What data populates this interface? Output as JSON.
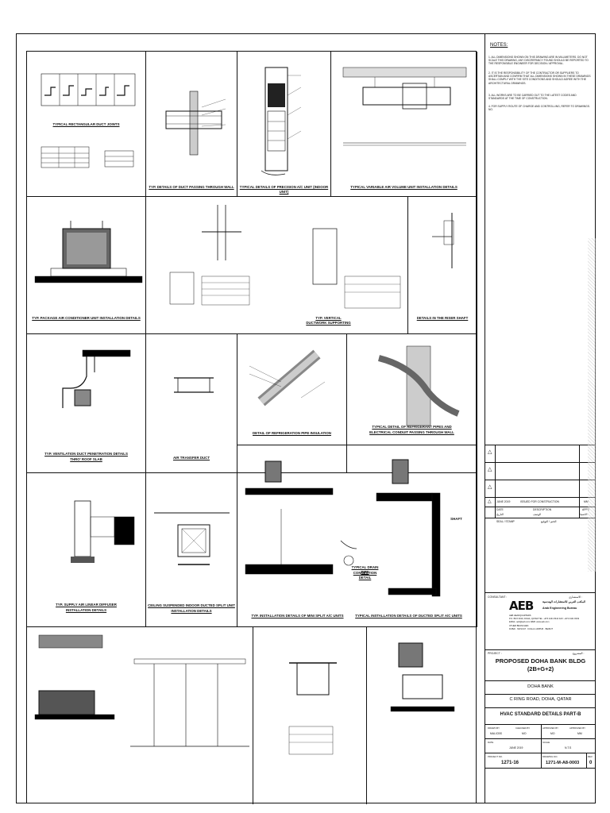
{
  "details": [
    {
      "id": "d1",
      "title": "TYPICAL RECTANGULAR DUCT JOINTS"
    },
    {
      "id": "d2",
      "title": "TYP. DETAILS OF DUCT PASSING THROUGH WALL"
    },
    {
      "id": "d3",
      "title": "TYPICAL DETAILS OF PRECISION A/C UNIT (INDOOR UNIT)"
    },
    {
      "id": "d4",
      "title": "TYPICAL VARIABLE AIR VOLUME UNIT INSTALLATION DETAILS"
    },
    {
      "id": "d5",
      "title": "TYP. PACKAGE AIR CONDITIONER UNIT INSTALLATION DETAILS"
    },
    {
      "id": "d6",
      "title": "TYP. VERTICAL DUCTWORK SUPPORTING"
    },
    {
      "id": "d7",
      "title": "DETAILS IN THE RISER SHAFT"
    },
    {
      "id": "d8a",
      "title": "TYP. VENTILATION DUCT PENETRATION DETAILS"
    },
    {
      "id": "d8b",
      "title": "THRO' ROOF SLAB"
    },
    {
      "id": "d9",
      "title": "AIR TRANSFER DUCT"
    },
    {
      "id": "d10",
      "title": "DETAIL OF REFRIGERATION PIPE INSULATION"
    },
    {
      "id": "d11a",
      "title": "TYPICAL DETAIL OF REFRIGERANT PIPES AND"
    },
    {
      "id": "d11b",
      "title": "ELECTRICAL CONDUIT PASSING THROUGH WALL"
    },
    {
      "id": "d12a",
      "title": "TYP. SUPPLY AIR LINEAR DIFFUSER"
    },
    {
      "id": "d12b",
      "title": "INSTALLATION DETAILS"
    },
    {
      "id": "d13a",
      "title": "CEILING SUSPENDED INDOOR DUCTED SPLIT UNIT"
    },
    {
      "id": "d13b",
      "title": "INSTALLATION DETAILS"
    },
    {
      "id": "d14",
      "title": "TYP. INSTALLATION DETAILS OF MINI SPLIT A/C UNITS"
    },
    {
      "id": "d15",
      "title": "TYPICAL INSTALLATION DETAILS OF DUCTED SPLIT A/C UNITS"
    },
    {
      "id": "d16a",
      "title": "TYPICAL DRAIN PIPE"
    },
    {
      "id": "d16b",
      "title": "CONNECTION DETAIL"
    },
    {
      "id": "d17",
      "title": "SHAFT"
    }
  ],
  "notes": {
    "heading": "NOTES:",
    "items": [
      "1. ALL DIMENSIONS SHOWN ON THIS DRAWING ARE IN MILLIMETERS. DO NOT SCALE THIS DRAWING, ANY DISCREPANCY FOUND SHOULD BE REPORTED TO THE RESPONSIBLE ENGINEER FOR DECISION / APPROVAL.",
      "2. IT IS THE RESPONSIBILITY OF THE CONTRACTOR OR SUPPLIERS TO ASCERTAIN AND CONFIRM THAT ALL DIMENSIONS SHOWN IN THESE DRAWINGS SHALL COMPLY WITH THE SITE CONDITIONS AND SHOULD AGREE WITH THE ARCHITECTURAL DRAWINGS.",
      "3. ALL WORKS ARE TO BE CARRIED OUT TO THE LATEST CODES AND STANDARDS AT THE TIME OF CONSTRUCTION.",
      "4. FOR SUPPLY ROUTE OF CHARGE AND CONTROLLING, REFER TO DRAWINGS. NO."
    ]
  },
  "revision": {
    "date": "JUNE 2019",
    "description": "ISSUED FOR CONSTRUCTION",
    "by": "MM",
    "col_date": "DATE",
    "col_desc": "DESCRIPTION",
    "col_by": "APPD",
    "col_date_ar": "التاريخ",
    "col_desc_ar": "الوصف",
    "col_by_ar": "الاعتماد",
    "seal_label": "SEAL / STAMP",
    "seal_label_ar": "الختم / التوقيع"
  },
  "consultant": {
    "label": "CONSULTANT :",
    "label_ar": "الاستشاري :",
    "logo_text": "AEB",
    "name_ar": "المكتب العربي للاستشارات الهندسية",
    "name_en": "Arab Engineering Bureau",
    "address": "AEB HEADQUARTERS",
    "address2": "P.O. BOX 6019, DOHA, QATAR   TEL: +974 4441 8444   FAX: +974 4441 8449",
    "address3": "EMAIL: aeb@aeb.com   WEB: www.aeb.com",
    "offices_label": "OTHER BRANCHES:",
    "offices": "DUBAI    ·    MUSCAT    ·    KUALA LUMPUR    ·    BEIRUT"
  },
  "project": {
    "label": "PROJECT :",
    "label_ar": "المشروع :",
    "name": "PROPOSED DOHA BANK BLDG",
    "floors": "(2B+G+2)",
    "client": "DOHA BANK",
    "location": "C RING ROAD, DOHA, QATAR",
    "title": "HVAC STANDARD DETAILS PART-B"
  },
  "signoff": {
    "drawn_label": "DRAWN BY",
    "drawn": "MAL/CBS",
    "checked_label": "CHECKED BY",
    "checked": "MO",
    "approved_label": "APPROVED BY",
    "approved": "MO",
    "approved2_label": "APPROVED BY",
    "approved2": "MM",
    "date_label": "DATE",
    "date": "JUNE 2019",
    "scale_label": "SCALE",
    "scale": "N.T.S",
    "project_no_label": "PROJECT NO.",
    "project_no": "1271-16",
    "drawing_no_label": "DRAWING NO.",
    "drawing_no": "1271-M-A8-0003",
    "rev_no_label": "REV.",
    "rev_no": "0"
  },
  "colors": {
    "ink": "#111111",
    "hatch": "#bbbbbb"
  },
  "icons": [
    "north-arrow-icon",
    "revision-triangle-icon"
  ]
}
